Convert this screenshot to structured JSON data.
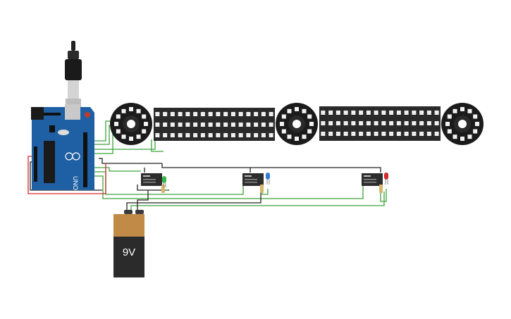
{
  "arduino": {
    "board_text": "UNO",
    "colors": {
      "board": "#1f5fa3",
      "usb_plug": "#222222",
      "usb_metal": "#cfcfcf",
      "reset": "#c23a2a"
    }
  },
  "battery": {
    "label": "9V",
    "colors": {
      "top": "#c28a47",
      "body": "#2b2b2b",
      "terminal": "#3a3a3a"
    }
  },
  "neopixel_rings": {
    "count": 3,
    "colors": {
      "base": "#1b1b1b",
      "led": "#f2f2f2"
    }
  },
  "led_strips": {
    "count": 2,
    "colors": {
      "base": "#2a2a2a",
      "led": "#f0f0f0"
    }
  },
  "relays": {
    "count": 3,
    "colors": {
      "body": "#2d2d2d",
      "text": "#bdbdbd"
    }
  },
  "indicator_leds": [
    "green",
    "blue",
    "red"
  ],
  "wire_colors": {
    "green": "#3aa53a",
    "black": "#222222",
    "red": "#d22a2a"
  }
}
